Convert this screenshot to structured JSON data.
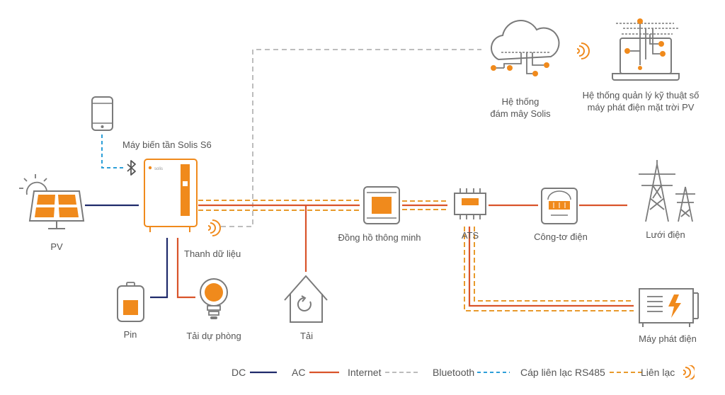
{
  "colors": {
    "dc": "#1f2a6b",
    "ac": "#d9532a",
    "internet": "#bdbdbd",
    "bluetooth": "#2d9fd8",
    "rs485": "#e89a2c",
    "accent": "#f08a1c",
    "line_gray": "#7a7a7a"
  },
  "labels": {
    "pv": "PV",
    "inverter": "Máy biến tần Solis S6",
    "datalogger": "Thanh dữ liệu",
    "battery": "Pin",
    "backup_load": "Tải dự phòng",
    "load": "Tải",
    "smart_meter": "Đồng hồ thông minh",
    "ats": "ATS",
    "energy_meter": "Công-tơ điện",
    "grid": "Lưới điện",
    "generator": "Máy phát điện",
    "cloud_line1": "Hệ thống",
    "cloud_line2": "đám mây Solis",
    "mgmt_line1": "Hệ thống quản lý kỹ thuật số",
    "mgmt_line2": "máy phát điện mặt trời PV",
    "inverter_brand": "solis"
  },
  "legend": {
    "dc": "DC",
    "ac": "AC",
    "internet": "Internet",
    "bluetooth": "Bluetooth",
    "rs485": "Cáp liên lạc RS485",
    "comm": "Liên lạc"
  },
  "icons": [
    "phone-icon",
    "bluetooth-icon",
    "solar-panel-icon",
    "sun-icon",
    "inverter-icon",
    "wifi-icon",
    "battery-icon",
    "bulb-icon",
    "house-icon",
    "smart-meter-icon",
    "ats-icon",
    "energy-meter-icon",
    "power-tower-icon",
    "generator-icon",
    "cloud-icon",
    "laptop-icon"
  ]
}
